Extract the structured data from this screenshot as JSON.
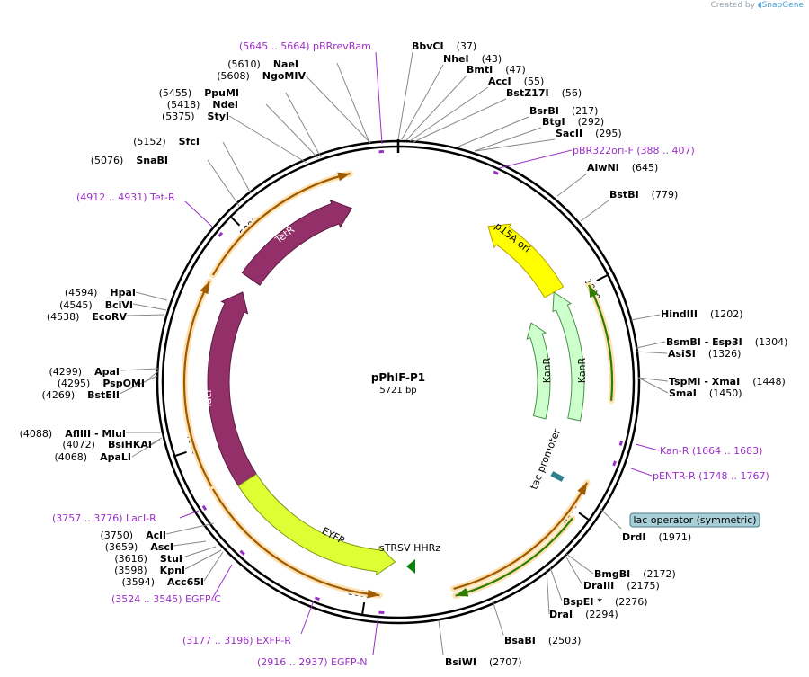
{
  "creator": {
    "prefix": "Created by",
    "brand": "SnapGene"
  },
  "plasmid": {
    "name": "pPhIF-P1",
    "size_label": "5721 bp",
    "length": 5721
  },
  "colors": {
    "primer": "#9b30c8",
    "feature_ori": "#ffff00",
    "feature_tetr": "#93306a",
    "feature_eyfp": "#ddff33",
    "feature_kanr": "#ccffcc",
    "feature_terminator": "#0b7f0b",
    "orf_glow": "#fde2b4",
    "lac_operator": "#a8cfd8"
  },
  "site_labels": [
    {
      "name": "BbvCI",
      "pos": "(37)"
    },
    {
      "name": "NheI",
      "pos": "(43)"
    },
    {
      "name": "BmtI",
      "pos": "(47)"
    },
    {
      "name": "AccI",
      "pos": "(55)"
    },
    {
      "name": "BstZ17I",
      "pos": "(56)"
    },
    {
      "name": "BsrBI",
      "pos": "(217)"
    },
    {
      "name": "BtgI",
      "pos": "(292)"
    },
    {
      "name": "SacII",
      "pos": "(295)"
    },
    {
      "name": "AlwNI",
      "pos": "(645)"
    },
    {
      "name": "BstBI",
      "pos": "(779)"
    },
    {
      "name": "HindIII",
      "pos": "(1202)"
    },
    {
      "name": "BsmBI  - Esp3I",
      "pos": "(1304)"
    },
    {
      "name": "AsiSI",
      "pos": "(1326)"
    },
    {
      "name": "TspMI  - XmaI",
      "pos": "(1448)"
    },
    {
      "name": "SmaI",
      "pos": "(1450)"
    },
    {
      "name": "DrdI",
      "pos": "(1971)"
    },
    {
      "name": "BmgBI",
      "pos": "(2172)"
    },
    {
      "name": "DraIII",
      "pos": "(2175)"
    },
    {
      "name": "BspEI *",
      "pos": "(2276)"
    },
    {
      "name": "DraI",
      "pos": "(2294)"
    },
    {
      "name": "BsaBI",
      "pos": "(2503)"
    },
    {
      "name": "BsiWI",
      "pos": "(2707)"
    },
    {
      "name": "AclI",
      "pos": "(3750)"
    },
    {
      "name": "AscI",
      "pos": "(3659)"
    },
    {
      "name": "StuI",
      "pos": "(3616)"
    },
    {
      "name": "KpnI",
      "pos": "(3598)"
    },
    {
      "name": "Acc65I",
      "pos": "(3594)"
    },
    {
      "name": "AflIII   - MluI",
      "pos": "(4088)"
    },
    {
      "name": "BsiHKAI",
      "pos": "(4072)"
    },
    {
      "name": "ApaLI",
      "pos": "(4068)"
    },
    {
      "name": "ApaI",
      "pos": "(4299)"
    },
    {
      "name": "PspOMI",
      "pos": "(4295)"
    },
    {
      "name": "BstEII",
      "pos": "(4269)"
    },
    {
      "name": "HpaI",
      "pos": "(4594)"
    },
    {
      "name": "BciVI",
      "pos": "(4545)"
    },
    {
      "name": "EcoRV",
      "pos": "(4538)"
    },
    {
      "name": "SfcI",
      "pos": "(5152)"
    },
    {
      "name": "SnaBI",
      "pos": "(5076)"
    },
    {
      "name": "PpuMI",
      "pos": "(5455)"
    },
    {
      "name": "NdeI",
      "pos": "(5418)"
    },
    {
      "name": "StyI",
      "pos": "(5375)"
    },
    {
      "name": "NaeI",
      "pos": "(5610)"
    },
    {
      "name": "NgoMIV",
      "pos": "(5608)"
    }
  ],
  "primers": [
    {
      "text": "(5645 .. 5664)  pBRrevBam"
    },
    {
      "text": "pBR322ori-F    (388 .. 407)"
    },
    {
      "text": "Kan-R    (1664 .. 1683)"
    },
    {
      "text": "pENTR-R    (1748 .. 1767)"
    },
    {
      "text": "(4912 .. 4931)  Tet-R"
    },
    {
      "text": "(3757 .. 3776)  LacI-R"
    },
    {
      "text": "(3524 .. 3545)  EGFP-C"
    },
    {
      "text": "(3177 .. 3196)  EXFP-R"
    },
    {
      "text": "(2916 .. 2937)  EGFP-N"
    }
  ],
  "features": [
    {
      "label": "p15A ori"
    },
    {
      "label": "KanR"
    },
    {
      "label": "KanR"
    },
    {
      "label": "tac promoter"
    },
    {
      "label": "TetR"
    },
    {
      "label": "lacI"
    },
    {
      "label": "EYFP"
    },
    {
      "label": "sTRSV HHRz"
    },
    {
      "label": "lac operator (symmetric)"
    }
  ],
  "ruler_ticks": [
    {
      "label": "1000",
      "bp": 1000
    },
    {
      "label": "2000",
      "bp": 2000
    },
    {
      "label": "3000",
      "bp": 3000
    },
    {
      "label": "4000",
      "bp": 4000
    },
    {
      "label": "5000",
      "bp": 5000
    }
  ]
}
